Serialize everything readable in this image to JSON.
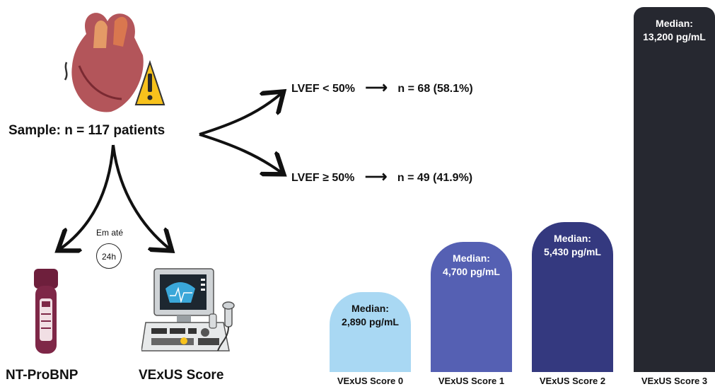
{
  "sample": {
    "label": "Sample: n  = 117 patients"
  },
  "branches": [
    {
      "condition": "LVEF  < 50%",
      "result": "n  = 68 (58.1%)"
    },
    {
      "condition": "LVEF ≥ 50%",
      "result": "n  = 49 (41.9%)"
    }
  ],
  "arrow_glyph": "⟶",
  "timing": {
    "label": "Em até",
    "clock": "24h"
  },
  "tests": {
    "left": "NT-ProBNP",
    "right": "VExUS Score"
  },
  "icons": [
    "heart-warning-icon",
    "blood-tube-icon",
    "ultrasound-machine-icon",
    "clock-icon"
  ],
  "colors": {
    "score0": "#a9d8f3",
    "score1": "#5560b3",
    "score2": "#34397f",
    "score3": "#262830",
    "warning": "#f7c21c",
    "tube": "#6e1f3c"
  },
  "chart_data": {
    "type": "bar",
    "categories": [
      "VExUS Score 0",
      "VExUS Score 1",
      "VExUS Score 2",
      "VExUS Score 3"
    ],
    "values": [
      2890,
      4700,
      5430,
      13200
    ],
    "value_label_prefix": "Median:",
    "value_labels": [
      "2,890 pg/mL",
      "4,700 pg/mL",
      "5,430 pg/mL",
      "13,200 pg/mL"
    ],
    "unit": "pg/mL",
    "ylim": [
      0,
      13200
    ],
    "grid": false,
    "legend": "none"
  }
}
